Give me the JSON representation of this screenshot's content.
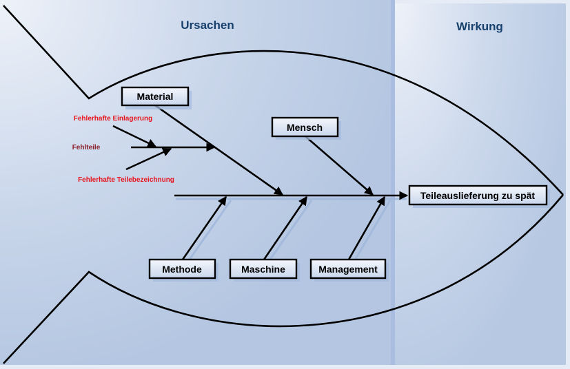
{
  "sections": {
    "causes_title": "Ursachen",
    "effect_title": "Wirkung"
  },
  "effect": {
    "label": "Teileauslieferung zu spät"
  },
  "categories": [
    {
      "id": "material",
      "label": "Material",
      "side": "top"
    },
    {
      "id": "mensch",
      "label": "Mensch",
      "side": "top"
    },
    {
      "id": "methode",
      "label": "Methode",
      "side": "bottom"
    },
    {
      "id": "maschine",
      "label": "Maschine",
      "side": "bottom"
    },
    {
      "id": "management",
      "label": "Management",
      "side": "bottom"
    }
  ],
  "sub_causes": {
    "material": [
      {
        "label": "Fehlerhafte Einlagerung",
        "color": "#e8141c"
      },
      {
        "label": "Fehlteile",
        "color": "#8b1f2a"
      },
      {
        "label": "Fehlerhafte Teilebezeichnung",
        "color": "#e8141c"
      }
    ]
  },
  "colors": {
    "title_color": "#17406d",
    "line_color": "#000000",
    "background_light": "#e6ecf6",
    "background_dark": "#b6c8e2"
  }
}
